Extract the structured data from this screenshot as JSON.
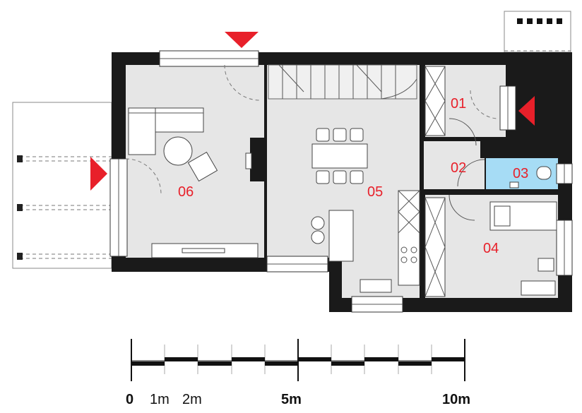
{
  "rooms": [
    {
      "id": "01"
    },
    {
      "id": "02"
    },
    {
      "id": "03"
    },
    {
      "id": "04"
    },
    {
      "id": "05"
    },
    {
      "id": "06"
    }
  ],
  "scale_bar": {
    "labels": [
      "0",
      "1m",
      "2m",
      "5m",
      "10m"
    ]
  },
  "colors": {
    "wall": "#1a1a1a",
    "floor": "#e6e6e6",
    "bathroom": "#a6dcf5",
    "room_number": "#e8202a",
    "entrance_marker": "#e8202a"
  }
}
